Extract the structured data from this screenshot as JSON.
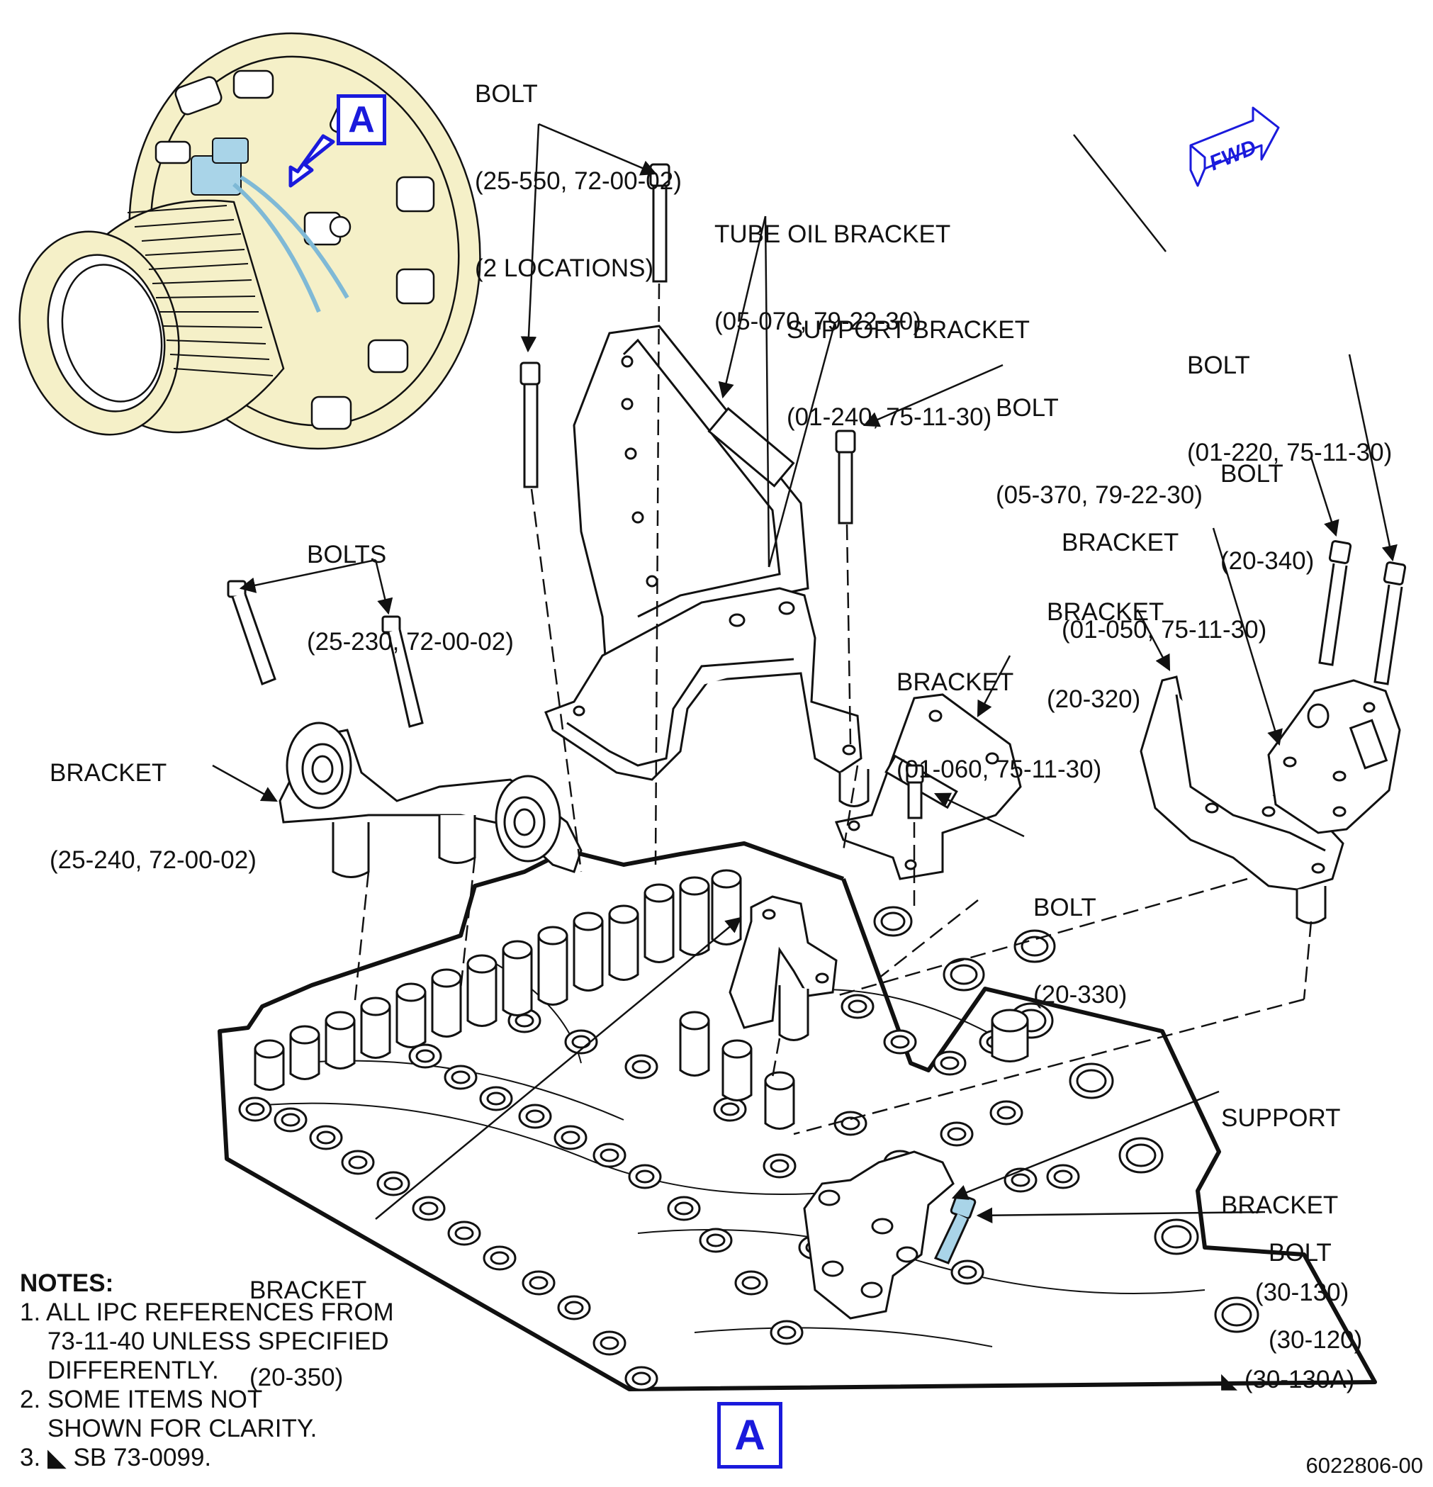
{
  "view_ref": "A",
  "fwd_label": "FWD",
  "figure_number": "6022806-00",
  "labels": {
    "bolt_25_550": [
      "BOLT",
      "(25-550, 72-00-02)",
      "(2 LOCATIONS)"
    ],
    "tube_oil_bracket": [
      "TUBE OIL BRACKET",
      "(05-070, 79-22-30)"
    ],
    "support_bracket_01_240": [
      "SUPPORT BRACKET",
      "(01-240, 75-11-30)"
    ],
    "bolt_05_370": [
      "BOLT",
      "(05-370, 79-22-30)"
    ],
    "bolt_01_220": [
      "BOLT",
      "(01-220, 75-11-30)"
    ],
    "bolt_20_340": [
      "BOLT",
      "(20-340)"
    ],
    "bracket_01_050": [
      "BRACKET",
      "(01-050, 75-11-30)"
    ],
    "bracket_20_320": [
      "BRACKET",
      "(20-320)"
    ],
    "bolts_25_230": [
      "BOLTS",
      "(25-230, 72-00-02)"
    ],
    "bracket_01_060": [
      "BRACKET",
      "(01-060, 75-11-30)"
    ],
    "bracket_25_240": [
      "BRACKET",
      "(25-240, 72-00-02)"
    ],
    "bolt_20_330": [
      "BOLT",
      "(20-330)"
    ],
    "support_bracket_30_130": [
      "SUPPORT",
      "BRACKET",
      "(30-130)",
      "(30-130A)"
    ],
    "bolt_30_120": [
      "BOLT",
      "(30-120)"
    ],
    "bracket_20_350": [
      "BRACKET",
      "(20-350)"
    ]
  },
  "notes": {
    "title": "NOTES:",
    "items": [
      "1. ALL IPC REFERENCES FROM",
      "    73-11-40 UNLESS SPECIFIED",
      "    DIFFERENTLY.",
      "2. SOME ITEMS NOT",
      "    SHOWN FOR CLARITY.",
      "3. ◣ SB 73-0099."
    ]
  },
  "colors": {
    "engine_fill": "#f5f0c8",
    "highlight": "#1a1adc",
    "parts_highlight": "#a9d4e8",
    "line": "#111111"
  }
}
